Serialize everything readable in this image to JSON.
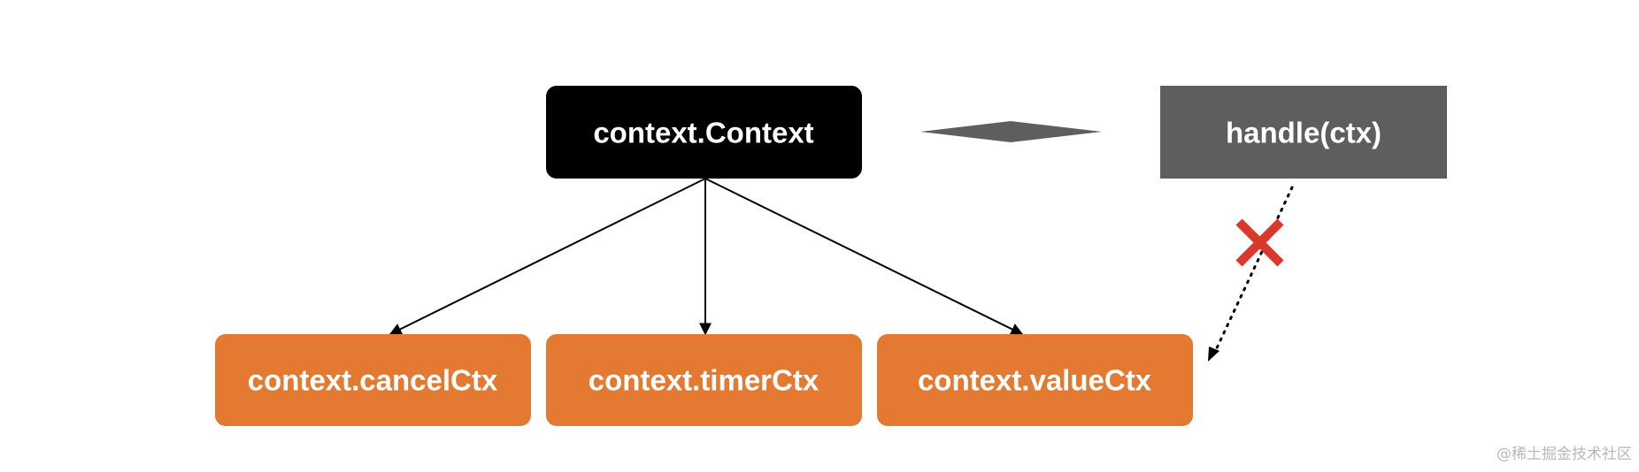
{
  "nodes": {
    "root": {
      "label": "context.Context",
      "color": "#000000"
    },
    "handle": {
      "label": "handle(ctx)",
      "color": "#5e5e5e"
    },
    "cancel": {
      "label": "context.cancelCtx",
      "color": "#e47a32"
    },
    "timer": {
      "label": "context.timerCtx",
      "color": "#e47a32"
    },
    "value": {
      "label": "context.valueCtx",
      "color": "#e47a32"
    }
  },
  "blocked_mark": {
    "icon": "cross-icon",
    "color": "#d9382a"
  },
  "connector_color": "#5e5e5e",
  "watermark": "@稀土掘金技术社区"
}
